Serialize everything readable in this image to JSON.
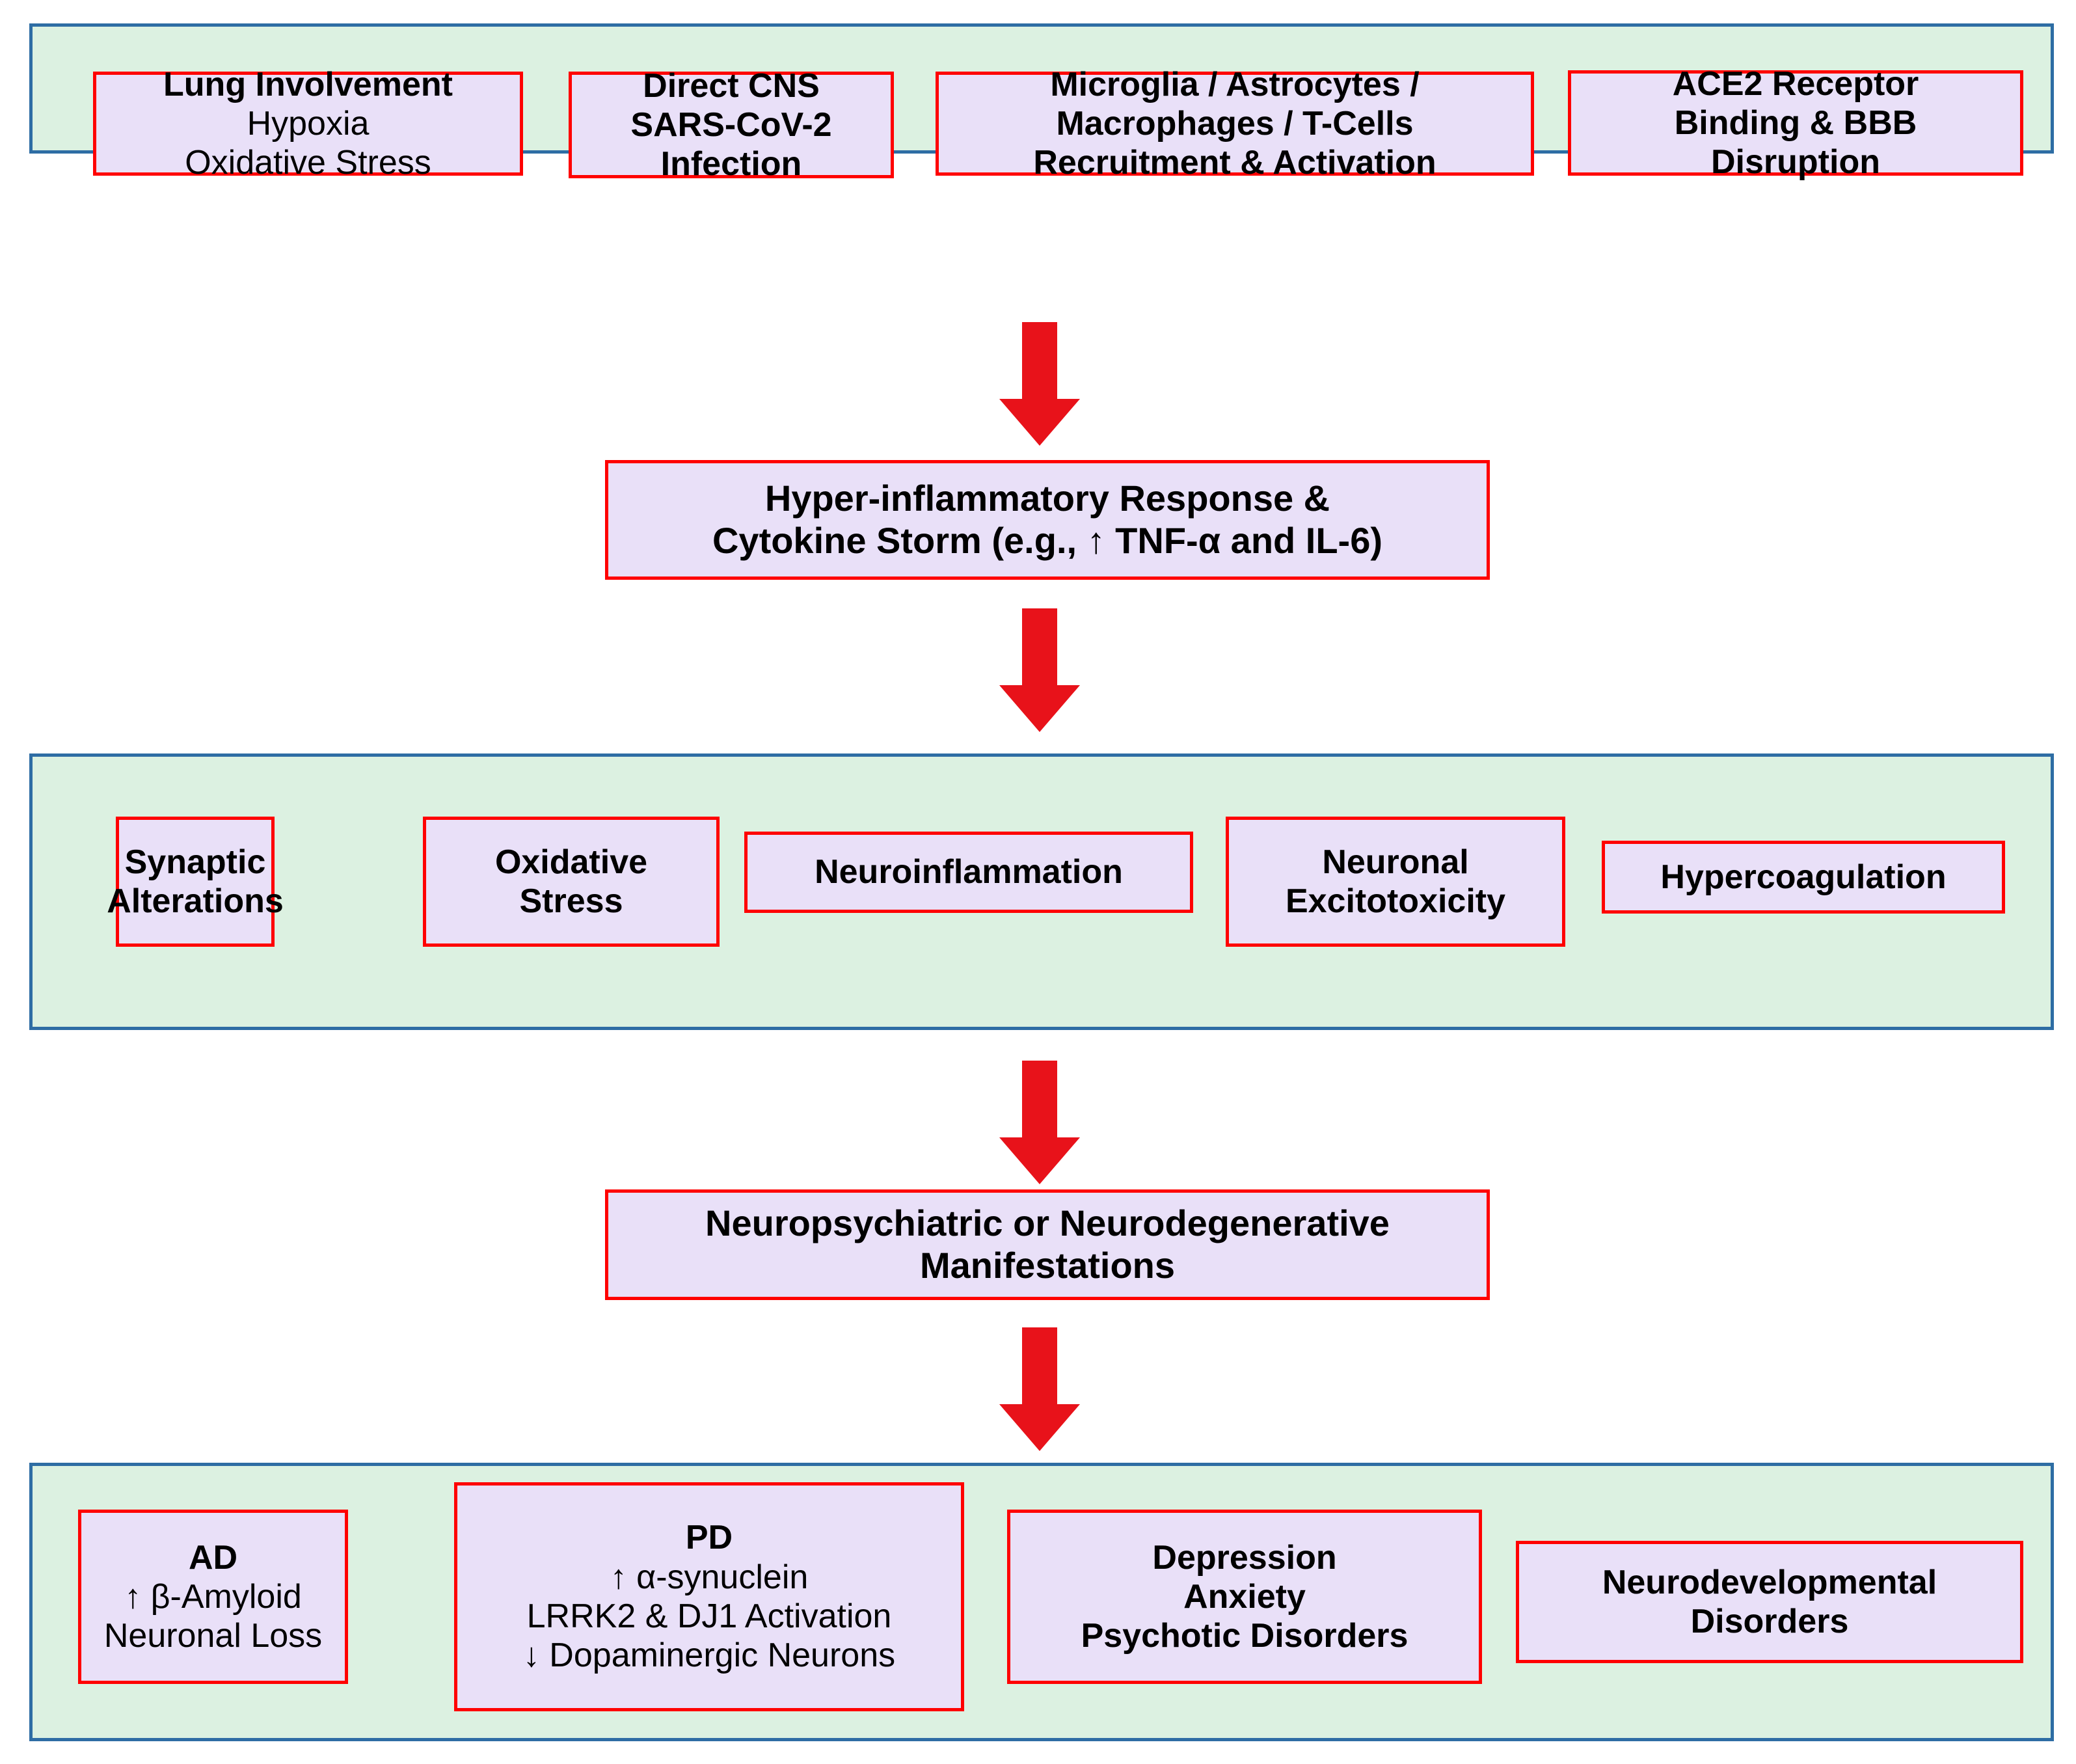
{
  "diagram": {
    "title": "COVID-19 neuroinflammation pathway flowchart",
    "colors": {
      "band_fill": "#dcf1e1",
      "band_border": "#2e6da4",
      "node_fill": "#e9e0f8",
      "node_border": "#ff0000",
      "arrow": "#e8121a",
      "text": "#000000"
    }
  },
  "bands": {
    "band1": {
      "name": "upstream-triggers-band"
    },
    "band2": {
      "name": "downstream-mechanisms-band"
    },
    "band3": {
      "name": "clinical-outcomes-band"
    }
  },
  "nodes": {
    "lung_involvement": {
      "lines": [
        {
          "text": "Lung Involvement",
          "weight": "bold"
        },
        {
          "text": "Hypoxia",
          "weight": "normal"
        },
        {
          "text": "Oxidative Stress",
          "weight": "normal"
        }
      ]
    },
    "direct_cns": {
      "lines": [
        {
          "text": "Direct CNS",
          "weight": "bold"
        },
        {
          "text": "SARS-CoV-2",
          "weight": "bold"
        },
        {
          "text": "Infection",
          "weight": "bold"
        }
      ]
    },
    "glia_recruitment": {
      "lines": [
        {
          "text": "Microglia / Astrocytes /",
          "weight": "bold"
        },
        {
          "text": "Macrophages / T-Cells",
          "weight": "bold"
        },
        {
          "text": "Recruitment & Activation",
          "weight": "bold"
        }
      ]
    },
    "ace2_bbb": {
      "lines": [
        {
          "text": "ACE2 Receptor",
          "weight": "bold"
        },
        {
          "text": "Binding & BBB",
          "weight": "bold"
        },
        {
          "text": "Disruption",
          "weight": "bold"
        }
      ]
    },
    "cytokine_storm": {
      "lines": [
        {
          "text": "Hyper-inflammatory Response &",
          "weight": "bold"
        },
        {
          "text": "Cytokine Storm (e.g., ↑ TNF-α and IL-6)",
          "weight": "bold"
        }
      ]
    },
    "synaptic_alterations": {
      "lines": [
        {
          "text": "Synaptic",
          "weight": "bold"
        },
        {
          "text": "Alterations",
          "weight": "bold"
        }
      ]
    },
    "oxidative_stress": {
      "lines": [
        {
          "text": "Oxidative",
          "weight": "bold"
        },
        {
          "text": "Stress",
          "weight": "bold"
        }
      ]
    },
    "neuroinflammation": {
      "lines": [
        {
          "text": "Neuroinflammation",
          "weight": "bold"
        }
      ]
    },
    "neuronal_excitotoxicity": {
      "lines": [
        {
          "text": "Neuronal",
          "weight": "bold"
        },
        {
          "text": "Excitotoxicity",
          "weight": "bold"
        }
      ]
    },
    "hypercoagulation": {
      "lines": [
        {
          "text": "Hypercoagulation",
          "weight": "bold"
        }
      ]
    },
    "manifestations": {
      "lines": [
        {
          "text": "Neuropsychiatric or Neurodegenerative",
          "weight": "bold"
        },
        {
          "text": "Manifestations",
          "weight": "bold"
        }
      ]
    },
    "ad": {
      "lines": [
        {
          "text": "AD",
          "weight": "bold"
        },
        {
          "text": "↑ β-Amyloid",
          "weight": "normal"
        },
        {
          "text": "Neuronal Loss",
          "weight": "normal"
        }
      ]
    },
    "pd": {
      "lines": [
        {
          "text": "PD",
          "weight": "bold"
        },
        {
          "text": "↑ α-synuclein",
          "weight": "normal"
        },
        {
          "text": "LRRK2 & DJ1 Activation",
          "weight": "normal"
        },
        {
          "text": "↓ Dopaminergic Neurons",
          "weight": "normal"
        }
      ]
    },
    "psychiatric": {
      "lines": [
        {
          "text": "Depression",
          "weight": "bold"
        },
        {
          "text": "Anxiety",
          "weight": "bold"
        },
        {
          "text": "Psychotic Disorders",
          "weight": "bold"
        }
      ]
    },
    "neurodevelopmental": {
      "lines": [
        {
          "text": "Neurodevelopmental",
          "weight": "bold"
        },
        {
          "text": "Disorders",
          "weight": "bold"
        }
      ]
    }
  },
  "arrows": {
    "arrow1": {
      "name": "arrow-triggers-to-cytokine",
      "direction": "down"
    },
    "arrow2": {
      "name": "arrow-cytokine-to-mechanisms",
      "direction": "down"
    },
    "arrow3": {
      "name": "arrow-mechanisms-to-manifestations",
      "direction": "down"
    },
    "arrow4": {
      "name": "arrow-manifestations-to-outcomes",
      "direction": "down"
    }
  }
}
